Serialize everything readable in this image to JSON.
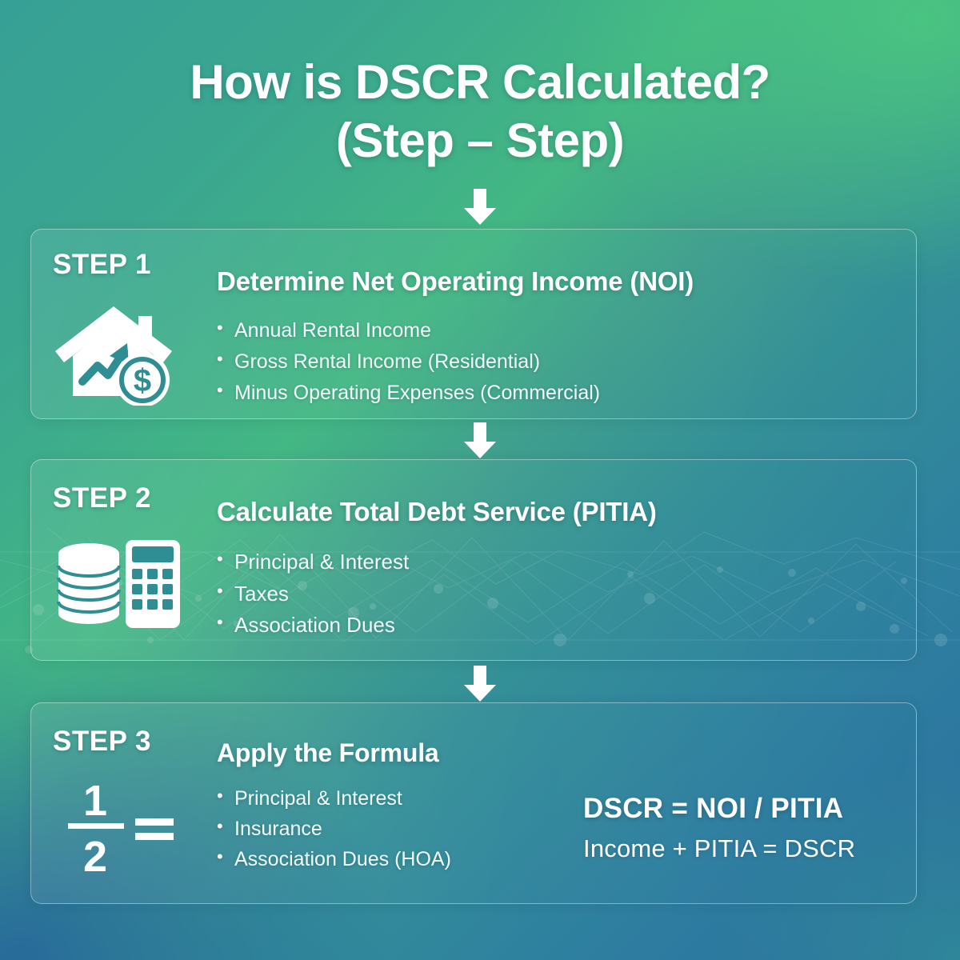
{
  "title": {
    "line1": "How is DSCR Calculated?",
    "line2": "(Step – Step)"
  },
  "colors": {
    "bg_top_left": "#37a096",
    "bg_top_right": "#45b881",
    "bg_bottom_left": "#2b6e9e",
    "bg_bottom_right": "#318e96",
    "text": "#ffffff",
    "card_border": "rgba(255,255,255,0.40)"
  },
  "connectors": [
    {
      "name": "arrow-title-to-step1",
      "icon": "arrow-down-icon"
    },
    {
      "name": "arrow-step1-to-step2",
      "icon": "arrow-down-icon"
    },
    {
      "name": "arrow-step2-to-step3",
      "icon": "arrow-down-icon"
    }
  ],
  "steps": [
    {
      "label": "STEP 1",
      "icon": "house-growth-dollar-icon",
      "heading": "Determine Net Operating Income (NOI)",
      "bullets": [
        "Annual Rental Income",
        "Gross Rental Income (Residential)",
        "Minus Operating Expenses (Commercial)"
      ]
    },
    {
      "label": "STEP 2",
      "icon": "coins-calculator-icon",
      "heading": "Calculate Total Debt Service (PITIA)",
      "bullets": [
        "Principal & Interest",
        "Taxes",
        "Association Dues"
      ]
    },
    {
      "label": "STEP 3",
      "icon": "fraction-equals-icon",
      "icon_numerator": "1",
      "icon_denominator": "2",
      "icon_operator": "=",
      "heading": "Apply the Formula",
      "bullets": [
        "Principal & Interest",
        "Insurance",
        "Association Dues (HOA)"
      ],
      "formula_main": "DSCR = NOI / PITIA",
      "formula_sub": "Income + PITIA = DSCR"
    }
  ]
}
